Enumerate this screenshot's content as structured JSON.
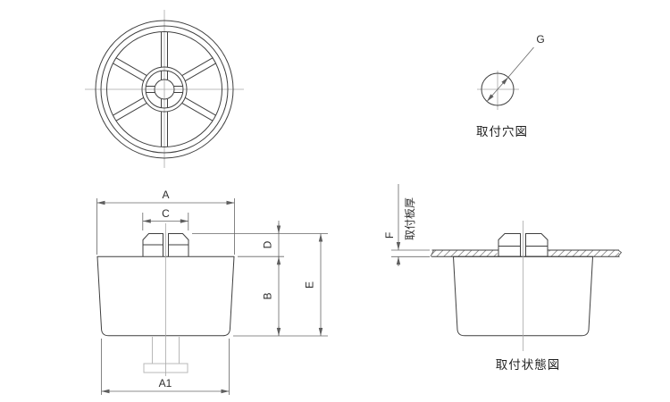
{
  "drawing": {
    "type": "technical-drawing",
    "background": "#ffffff",
    "colors": {
      "object_line": "#3f3f3f",
      "dimension_line": "#666666",
      "centerline": "#a8a8a8",
      "hidden_line": "#b8b8b8",
      "hatch": "#8a8a8a",
      "text": "#2d2d2d"
    },
    "dim_labels": {
      "a": "A",
      "c": "C",
      "d": "D",
      "b": "B",
      "e": "E",
      "a1": "A1",
      "f": "F",
      "g": "G"
    },
    "captions": {
      "hole_view": "取付穴図",
      "mounted_view": "取付状態図",
      "plate_thickness": "取付板厚"
    }
  }
}
